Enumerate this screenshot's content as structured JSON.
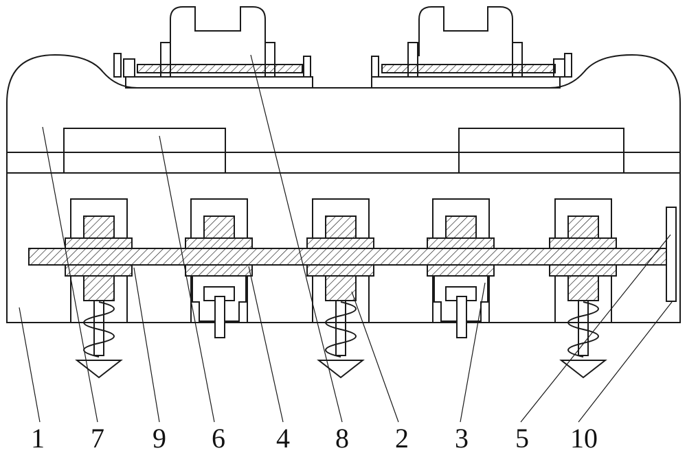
{
  "labels": [
    "1",
    "7",
    "9",
    "6",
    "4",
    "8",
    "2",
    "3",
    "5",
    "10"
  ]
}
